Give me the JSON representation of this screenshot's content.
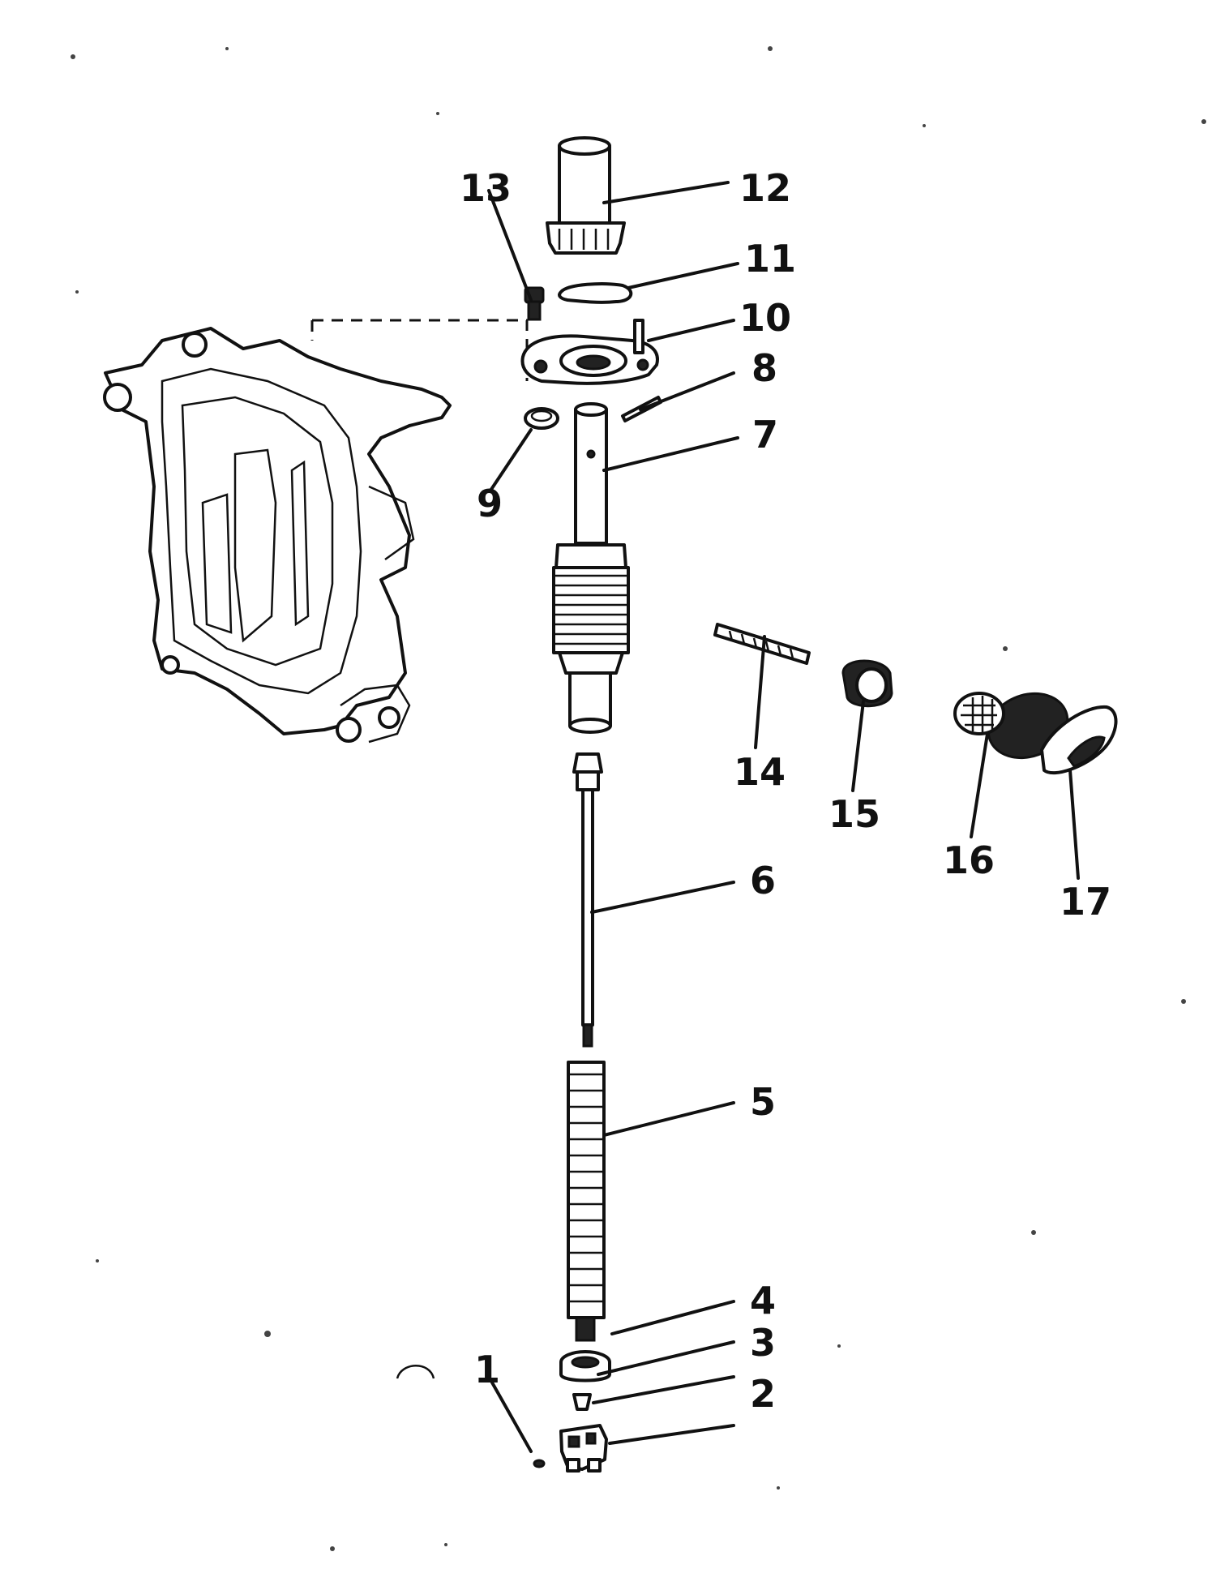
{
  "diagram": {
    "callouts": [
      {
        "id": "callout-1",
        "text": "1"
      },
      {
        "id": "callout-2",
        "text": "2"
      },
      {
        "id": "callout-3",
        "text": "3"
      },
      {
        "id": "callout-4",
        "text": "4"
      },
      {
        "id": "callout-5",
        "text": "5"
      },
      {
        "id": "callout-6",
        "text": "6"
      },
      {
        "id": "callout-7",
        "text": "7"
      },
      {
        "id": "callout-8",
        "text": "8"
      },
      {
        "id": "callout-9",
        "text": "9"
      },
      {
        "id": "callout-10",
        "text": "10"
      },
      {
        "id": "callout-11",
        "text": "11"
      },
      {
        "id": "callout-12",
        "text": "12"
      },
      {
        "id": "callout-13",
        "text": "13"
      },
      {
        "id": "callout-14",
        "text": "14"
      },
      {
        "id": "callout-15",
        "text": "15"
      },
      {
        "id": "callout-16",
        "text": "16"
      },
      {
        "id": "callout-17",
        "text": "17"
      }
    ]
  }
}
